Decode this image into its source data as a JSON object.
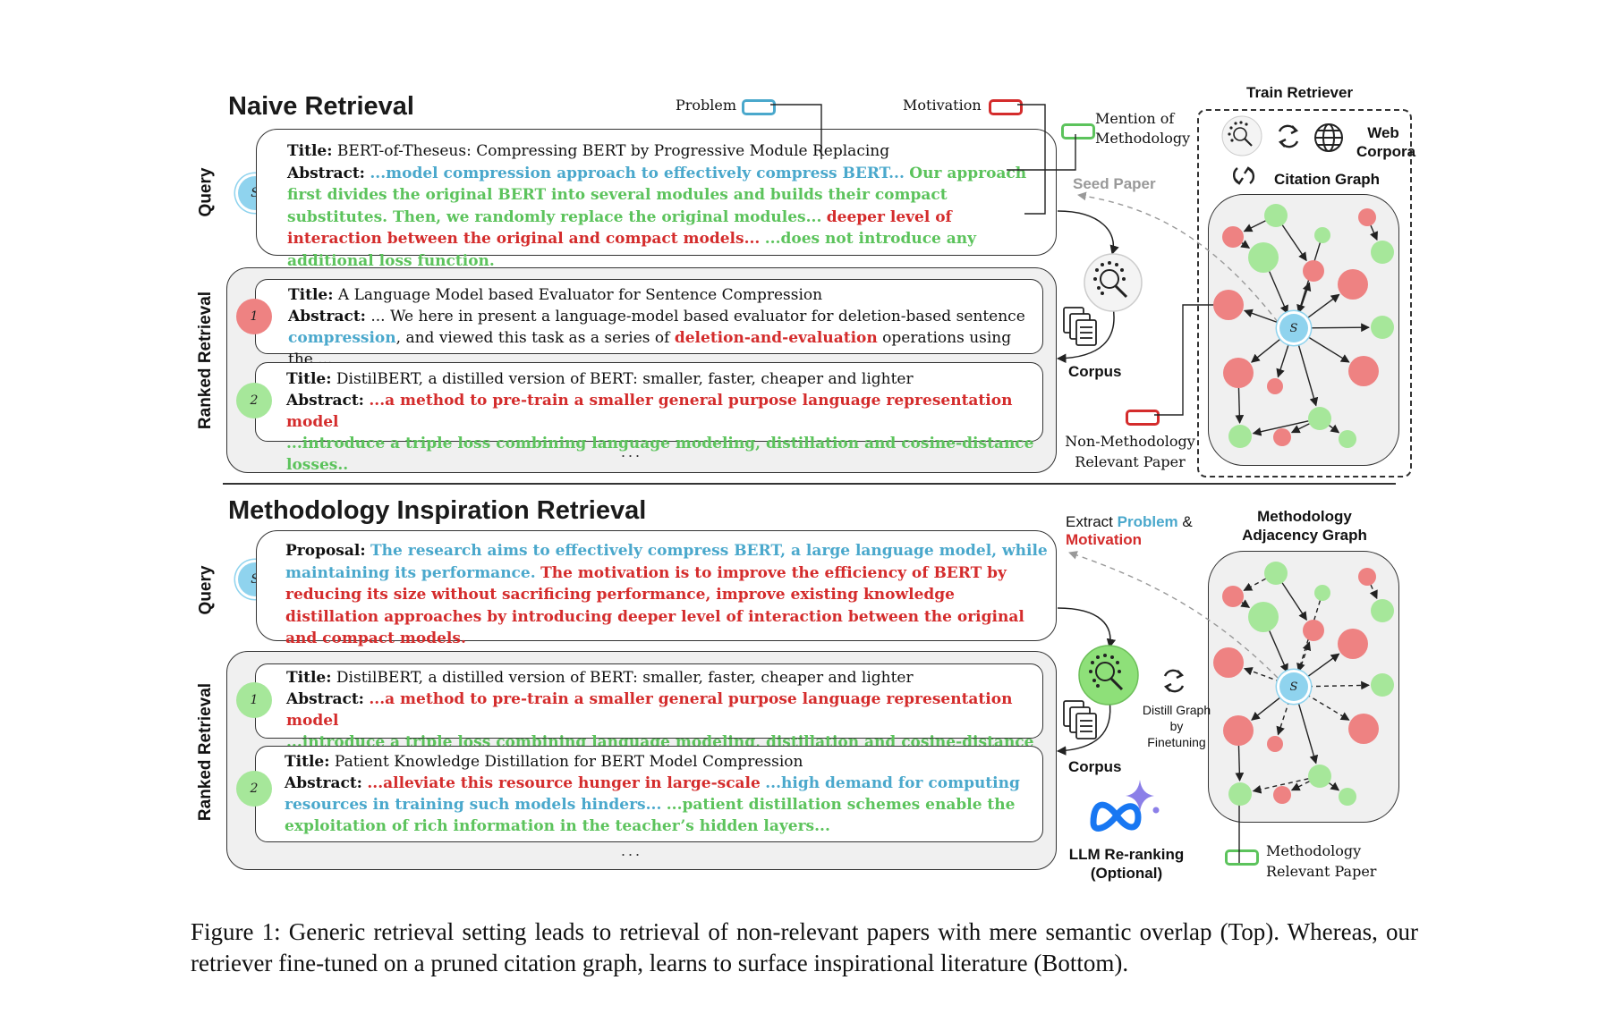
{
  "top": {
    "title": "Naive Retrieval",
    "query_label": "Query",
    "ranked_label": "Ranked Retrieval",
    "legend": {
      "problem": "Problem",
      "motivation": "Motivation",
      "methodology": "Mention of Methodology"
    },
    "query": {
      "node": "S",
      "title_key": "Title:",
      "title_val": "BERT-of-Theseus: Compressing BERT by Progressive Module Replacing",
      "abstract_key": "Abstract:",
      "a1": "...model compression approach to effectively compress BERT...",
      "a2": "Our approach first divides the original BERT into several modules and builds their compact substitutes. Then, we randomly replace the original modules...",
      "a3": "deeper level of interaction between the original and compact models...",
      "a4": "...does not introduce any additional loss function."
    },
    "results": [
      {
        "rank": "1",
        "title_key": "Title:",
        "title_val": "A Language Model based Evaluator for Sentence Compression",
        "abstract_key": "Abstract:",
        "p1": "... We here in present a language-model based evaluator for deletion-based sentence",
        "p2": "compression",
        "p3": ", and viewed this task as a series of",
        "p4": "deletion-and-evaluation",
        "p5": "operations using the ..."
      },
      {
        "rank": "2",
        "title_key": "Title:",
        "title_val": "DistilBERT, a distilled version of BERT: smaller, faster, cheaper and lighter",
        "abstract_key": "Abstract:",
        "p1": "...a method to pre-train a smaller general purpose language representation model",
        "p2": "...introduce a triple loss combining language modeling, distillation and cosine-distance losses.."
      }
    ],
    "ellipsis": "...",
    "corpus": "Corpus",
    "seed_paper": "Seed Paper",
    "non_method": "Non-Methodology Relevant Paper",
    "train_retriever": "Train Retriever",
    "web_corpora": "Web Corpora",
    "citation_graph": "Citation Graph",
    "graph_node": "S"
  },
  "bottom": {
    "title": "Methodology Inspiration Retrieval",
    "query_label": "Query",
    "ranked_label": "Ranked Retrieval",
    "query": {
      "node": "S",
      "key": "Proposal:",
      "p1": "The research aims to effectively compress BERT, a large language model, while maintaining its performance.",
      "p2": "The motivation is to improve the efficiency of BERT by reducing its size without sacrificing performance, improve existing knowledge distillation approaches by introducing deeper level of interaction between the original and compact models."
    },
    "results": [
      {
        "rank": "1",
        "title_key": "Title:",
        "title_val": "DistilBERT, a distilled version of BERT: smaller, faster, cheaper and lighter",
        "abstract_key": "Abstract:",
        "p1": "...a method to pre-train a smaller general purpose language representation model",
        "p2": "...introduce a triple loss combining language modeling, distillation and cosine-distance losses.."
      },
      {
        "rank": "2",
        "title_key": "Title:",
        "title_val": "Patient Knowledge Distillation for BERT Model Compression",
        "abstract_key": "Abstract:",
        "p1": "...alleviate this resource hunger in large-scale",
        "p2": "...high demand for computing resources in training such models hinders...",
        "p3": "...patient distillation schemes enable the exploitation of rich information in the teacher’s hidden layers..."
      }
    ],
    "ellipsis": "...",
    "corpus": "Corpus",
    "extract_1": "Extract",
    "extract_problem": "Problem",
    "extract_amp": "&",
    "extract_motivation": "Motivation",
    "graph_title": "Methodology Adjacency Graph",
    "distill": "Distill Graph by Finetuning",
    "llm": "LLM Re-ranking (Optional)",
    "method_relevant": "Methodology Relevant Paper",
    "graph_node": "S"
  },
  "caption": "Figure 1: Generic retrieval setting leads to retrieval of non-relevant papers with mere semantic overlap (Top). Whereas, our retriever fine-tuned on a pruned citation graph, learns to surface inspirational literature (Bottom).",
  "colors": {
    "problem": "#4aa8cc",
    "motivation": "#d42c2c",
    "methodology": "#5cc35c",
    "seed": "#8fd3ee",
    "red_node": "#ee8282",
    "green_node": "#a6e79a"
  },
  "icons": [
    "retriever-icon",
    "refresh-icon",
    "globe-icon",
    "documents-icon",
    "meta-logo-icon",
    "sparkle-icon"
  ]
}
